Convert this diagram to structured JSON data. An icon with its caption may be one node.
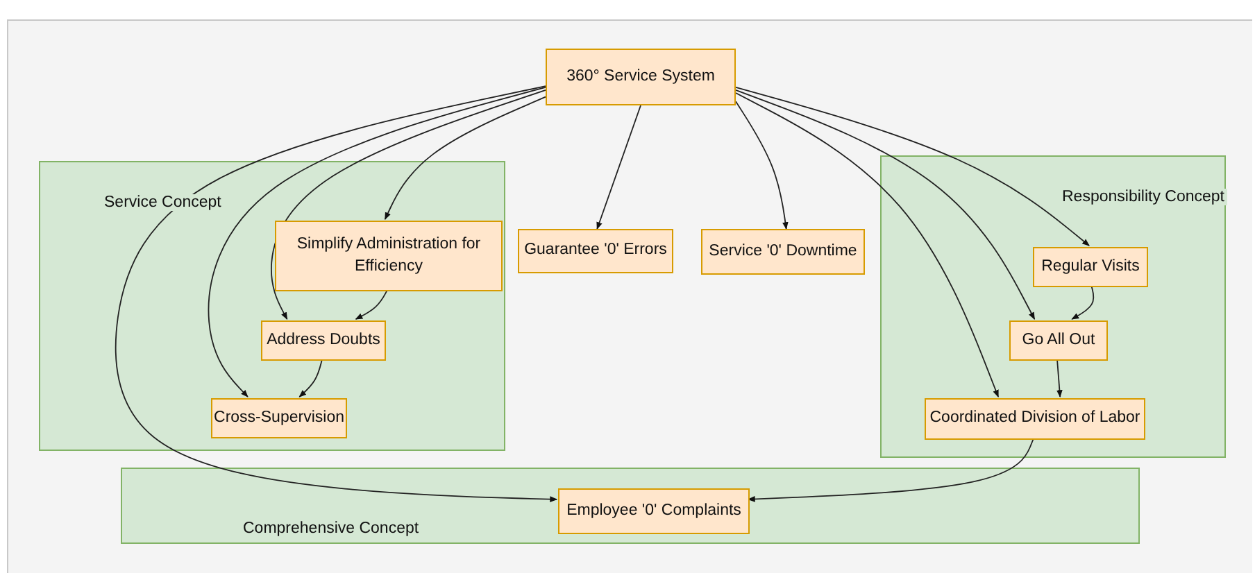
{
  "diagram": {
    "nodes": [
      {
        "text": [
          "Service Concept"
        ]
      },
      {
        "text": [
          "Simplify Administration for Efficiency"
        ],
        "in": 0
      },
      {
        "text": [
          "Address Doubts"
        ],
        "in": 0
      },
      {
        "text": [
          "Cross-Supervision"
        ],
        "in": 0
      },
      {
        "text": [
          "360° Service System"
        ]
      },
      {
        "text": [
          "Guarantee '0' Errors"
        ]
      },
      {
        "text": [
          "Service '0' Downtime"
        ]
      },
      {
        "text": [
          "Responsibility Concept"
        ]
      },
      {
        "text": [
          "Regular Visits"
        ],
        "in": 7
      },
      {
        "text": [
          "Go All Out"
        ],
        "in": 7
      },
      {
        "text": [
          "Coordinated Division of Labor"
        ],
        "in": 7
      },
      {
        "text": [
          "Comprehensive Concept"
        ]
      },
      {
        "text": [
          "Employee '0' Complaints"
        ],
        "in": 11
      }
    ],
    "edges": [
      {
        "from": 4,
        "to": 1,
        "arrow": "to"
      },
      {
        "from": 4,
        "to": 2,
        "arrow": "to"
      },
      {
        "from": 4,
        "to": 3,
        "arrow": "to"
      },
      {
        "from": 4,
        "to": 12,
        "arrow": "to"
      },
      {
        "from": 4,
        "to": 5,
        "arrow": "to"
      },
      {
        "from": 4,
        "to": 6,
        "arrow": "to"
      },
      {
        "from": 4,
        "to": 8,
        "arrow": "to"
      },
      {
        "from": 4,
        "to": 9,
        "arrow": "to"
      },
      {
        "from": 4,
        "to": 10,
        "arrow": "to"
      },
      {
        "from": 1,
        "to": 2,
        "arrow": "to"
      },
      {
        "from": 2,
        "to": 3,
        "arrow": "to"
      },
      {
        "from": 8,
        "to": 9,
        "arrow": "to"
      },
      {
        "from": 9,
        "to": 10,
        "arrow": "to"
      },
      {
        "from": 10,
        "to": 12,
        "arrow": "to"
      }
    ]
  }
}
